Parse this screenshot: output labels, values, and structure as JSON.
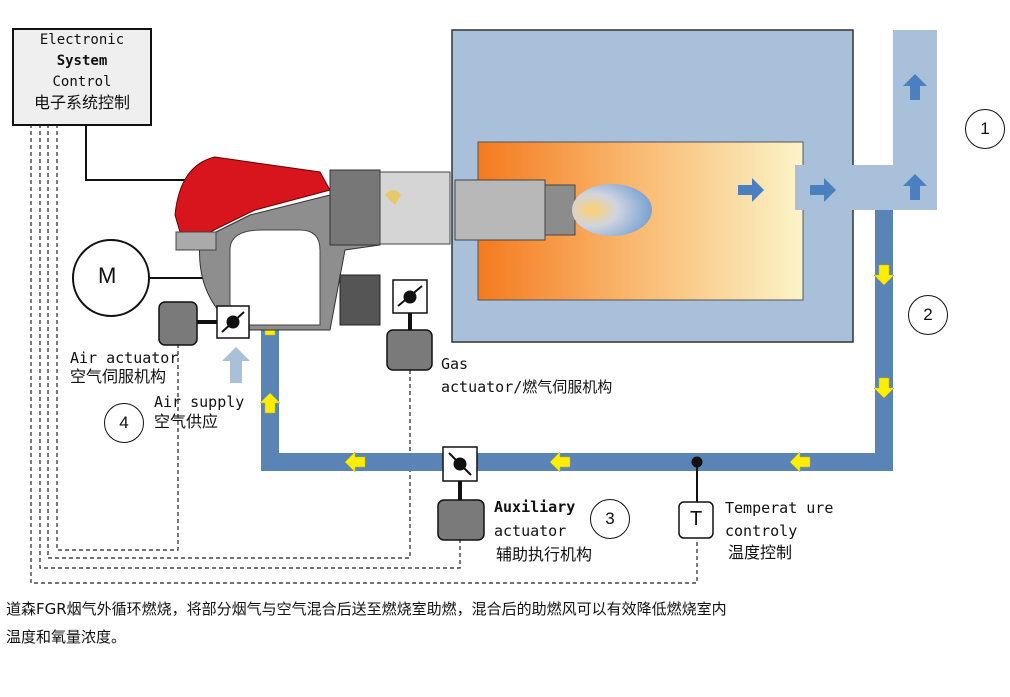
{
  "control_box": {
    "line1": "Electronic",
    "line2": "System",
    "line3": "Control",
    "line4": "电子系统控制"
  },
  "motor_label": "M",
  "numbers": [
    "1",
    "2",
    "3",
    "4"
  ],
  "air_actuator": {
    "en": "Air actuator",
    "cn": "空气伺服机构"
  },
  "air_supply": {
    "en": "Air supply",
    "cn": "空气供应"
  },
  "gas_actuator": {
    "en1": "Gas",
    "en2": "actuator/燃气伺服机构"
  },
  "aux_actuator": {
    "en1": "Auxiliary",
    "en2": "actuator",
    "cn": "辅助执行机构"
  },
  "temperature": {
    "symbol": "T",
    "en1": "Temperat ure",
    "en2": "controly",
    "cn": "温度控制"
  },
  "description": {
    "line1": "道森FGR烟气外循环燃烧，将部分烟气与空气混合后送至燃烧室助燃，混合后的助燃风可以有效降低燃烧室内",
    "line2": "温度和氧量浓度。"
  },
  "colors": {
    "chamber": "#a9c0da",
    "pipe": "#5a84b6",
    "arrow_yellow": "#ffee00",
    "burner_red": "#d8141c"
  }
}
